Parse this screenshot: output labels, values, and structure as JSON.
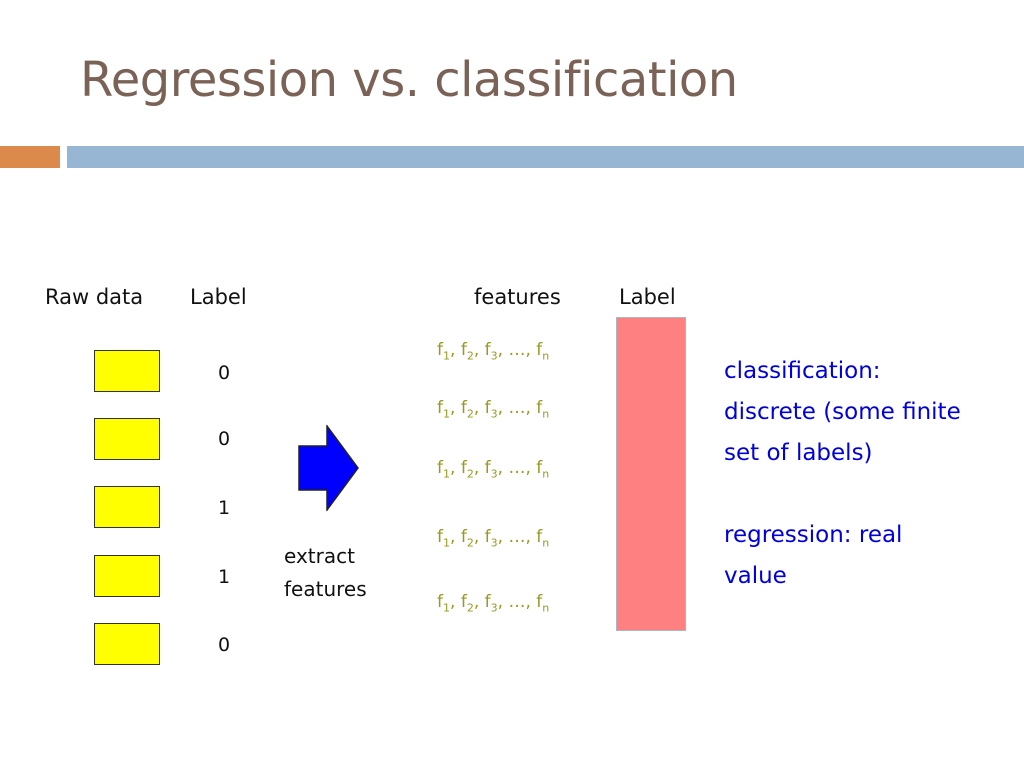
{
  "slide": {
    "title": "Regression vs. classification",
    "accent_colors": {
      "orange": "#dc8a4b",
      "blue": "#96b6d3"
    }
  },
  "headers": {
    "raw_data": "Raw data",
    "label_left": "Label",
    "features": "features",
    "label_right": "Label"
  },
  "labels": [
    "0",
    "0",
    "1",
    "1",
    "0"
  ],
  "arrow_icon": "right-arrow-icon",
  "extract": {
    "line1": "extract",
    "line2": "features"
  },
  "feature_row": {
    "f": "f",
    "s1": "1",
    "s2": "2",
    "s3": "3",
    "sn": "n",
    "comma": ", ",
    "ellipsis": "…"
  },
  "notes": {
    "classification_lines": [
      "classification:",
      "discrete (some finite",
      "set of labels)"
    ],
    "regression_lines": [
      "regression: real",
      "value"
    ]
  }
}
